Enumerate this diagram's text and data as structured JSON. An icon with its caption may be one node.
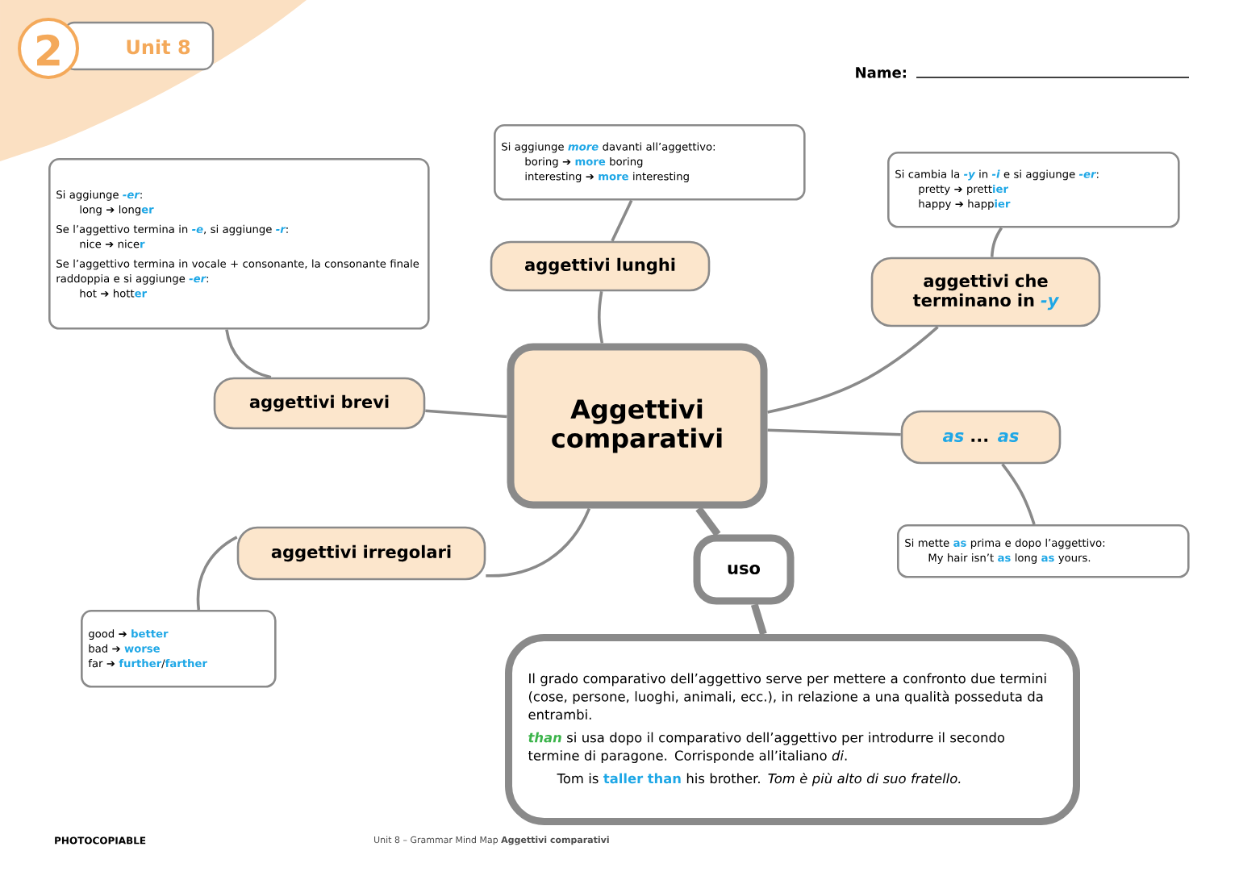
{
  "diagram": {
    "nodes": [
      {
        "text": [
          "Aggettivi comparativi"
        ]
      },
      {
        "text": [
          "aggettivi brevi"
        ]
      },
      {
        "text": [
          "Si aggiunge *-er*:",
          "long ➔ long**er**",
          "Se l’aggettivo termina in *-e*, si aggiunge *-r*:",
          "nice ➔ nice**r**",
          "Se l’aggettivo termina in vocale + consonante, la consonante finale raddoppia e si aggiunge *-er*:",
          "hot ➔ hott**er**"
        ]
      },
      {
        "text": [
          "aggettivi lunghi"
        ]
      },
      {
        "text": [
          "Si aggiunge *more* davanti all’aggettivo:",
          "boring ➔ **more** boring",
          "interesting ➔ **more** interesting"
        ]
      },
      {
        "text": [
          "aggettivi che terminano in *-y*"
        ]
      },
      {
        "text": [
          "Si cambia la *-y* in *-i* e si aggiunge *-er*:",
          "pretty ➔ prett**ier**",
          "happy ➔ happ**ier**"
        ]
      },
      {
        "text": [
          "*as* ... *as*"
        ]
      },
      {
        "text": [
          "Si mette **as** prima e dopo l’aggettivo:",
          "My hair isn’t **as** long **as** yours."
        ]
      },
      {
        "text": [
          "aggettivi irregolari"
        ]
      },
      {
        "text": [
          "good ➔ **better**",
          "bad ➔ **worse**",
          "far ➔ **further**/**farther**"
        ]
      },
      {
        "text": [
          "uso"
        ]
      },
      {
        "text": [
          "Il grado comparativo dell’aggettivo serve per mettere a confronto due termini (cose, persone, luoghi, animali, ecc.), in relazione a una qualità posseduta da entrambi.",
          "**than** si usa dopo il comparativo dell’aggettivo per introdurre il secondo termine di paragone. Corrisponde all’italiano *di*.",
          "Tom is **taller than** his brother. *Tom è più alto di suo fratello.*"
        ]
      }
    ],
    "edges": [
      {
        "from": 0,
        "to": 1,
        "arrow": "none"
      },
      {
        "from": 1,
        "to": 2,
        "arrow": "none"
      },
      {
        "from": 0,
        "to": 3,
        "arrow": "none"
      },
      {
        "from": 3,
        "to": 4,
        "arrow": "none"
      },
      {
        "from": 0,
        "to": 5,
        "arrow": "none"
      },
      {
        "from": 5,
        "to": 6,
        "arrow": "none"
      },
      {
        "from": 0,
        "to": 7,
        "arrow": "none"
      },
      {
        "from": 7,
        "to": 8,
        "arrow": "none"
      },
      {
        "from": 0,
        "to": 9,
        "arrow": "none"
      },
      {
        "from": 9,
        "to": 10,
        "arrow": "none"
      },
      {
        "from": 0,
        "to": 11,
        "arrow": "none",
        "style": "thick"
      },
      {
        "from": 11,
        "to": 12,
        "arrow": "none",
        "style": "thick"
      }
    ],
    "labels": [
      "2",
      "Unit 8",
      "Name:",
      "PHOTOCOPIABLE",
      "Unit 8 – Grammar Mind Map **Aggettivi comparativi**"
    ]
  }
}
